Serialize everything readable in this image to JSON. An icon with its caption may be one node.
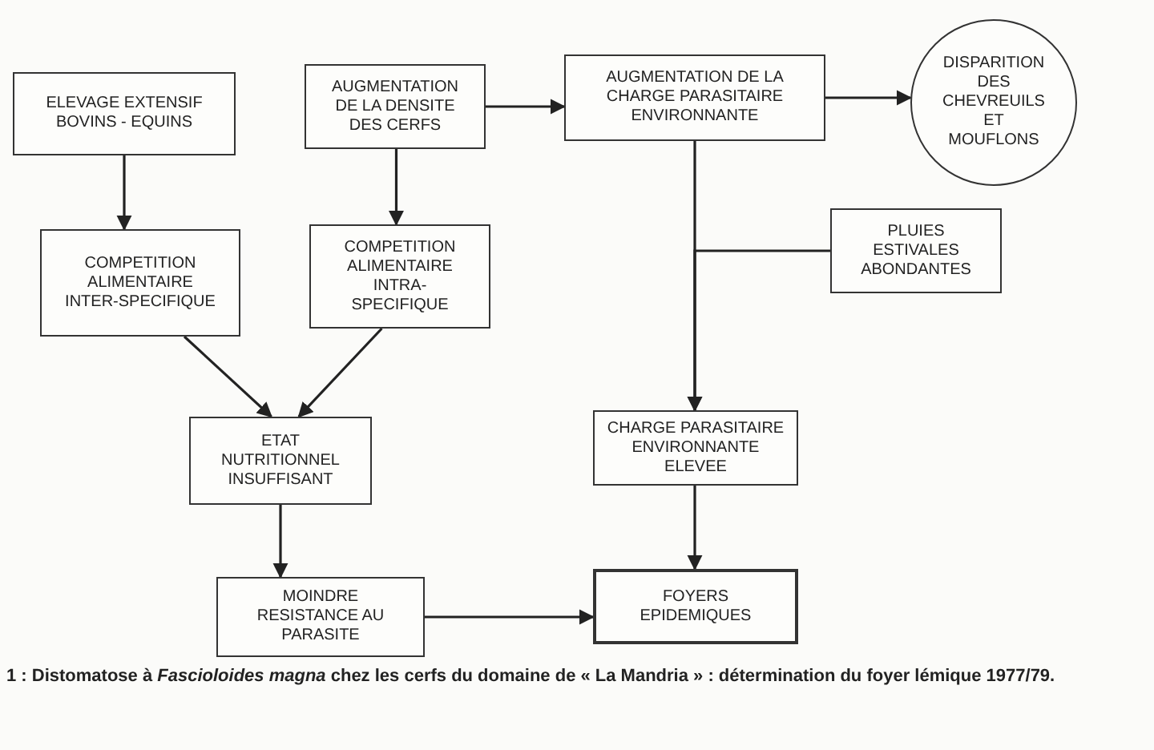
{
  "diagram": {
    "caption": "1 : Distomatose à *Fascioloides magna* chez les cerfs du domaine de « La Mandria » : détermination du foyer lémique 1977/79.",
    "nodes": [
      {
        "text": [
          "ELEVAGE EXTENSIF BOVINS - EQUINS"
        ]
      },
      {
        "text": [
          "AUGMENTATION DE LA DENSITE DES CERFS"
        ]
      },
      {
        "text": [
          "AUGMENTATION DE LA CHARGE PARASITAIRE ENVIRONNANTE"
        ]
      },
      {
        "text": [
          "DISPARITION DES CHEVREUILS ET MOUFLONS"
        ]
      },
      {
        "text": [
          "COMPETITION ALIMENTAIRE INTER-SPECIFIQUE"
        ]
      },
      {
        "text": [
          "COMPETITION ALIMENTAIRE INTRA-SPECIFIQUE"
        ]
      },
      {
        "text": [
          "PLUIES ESTIVALES ABONDANTES"
        ]
      },
      {
        "text": [
          "ETAT NUTRITIONNEL INSUFFISANT"
        ]
      },
      {
        "text": [
          "CHARGE PARASITAIRE ENVIRONNANTE ELEVEE"
        ]
      },
      {
        "text": [
          "MOINDRE RESISTANCE AU PARASITE"
        ]
      },
      {
        "text": [
          "FOYERS EPIDEMIQUES"
        ]
      }
    ],
    "edges": [
      {
        "from": 0,
        "to": 4,
        "arrow": "to"
      },
      {
        "from": 1,
        "to": 5,
        "arrow": "to"
      },
      {
        "from": 1,
        "to": 2,
        "arrow": "to"
      },
      {
        "from": 2,
        "to": 3,
        "arrow": "to"
      },
      {
        "from": 2,
        "to": 8,
        "arrow": "to"
      },
      {
        "from": 6,
        "to": 8,
        "arrow": "to"
      },
      {
        "from": 4,
        "to": 7,
        "arrow": "to"
      },
      {
        "from": 5,
        "to": 7,
        "arrow": "to"
      },
      {
        "from": 7,
        "to": 9,
        "arrow": "to"
      },
      {
        "from": 9,
        "to": 10,
        "arrow": "to"
      },
      {
        "from": 8,
        "to": 10,
        "arrow": "to"
      }
    ]
  }
}
